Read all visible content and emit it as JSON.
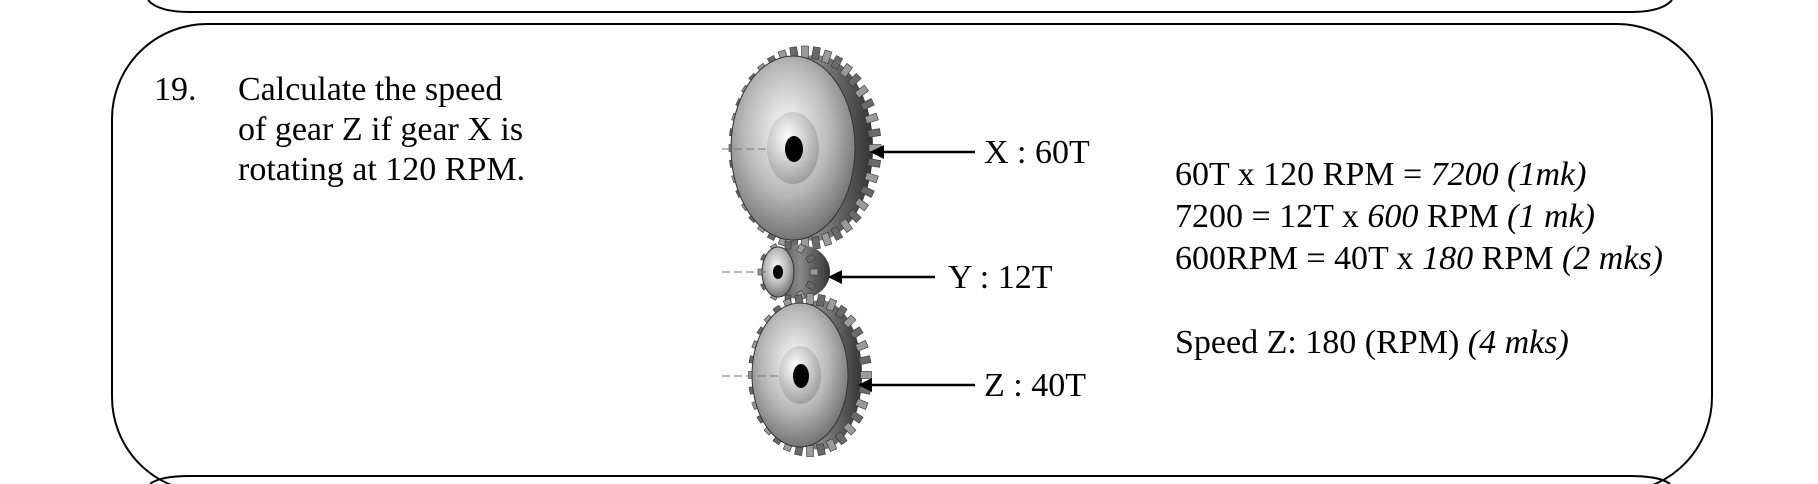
{
  "question": {
    "number": "19.",
    "text_lines": [
      "Calculate the speed",
      "of gear Z if gear X is",
      "rotating at 120 RPM."
    ]
  },
  "gears": [
    {
      "label": "X : 60T"
    },
    {
      "label": "Y : 12T"
    },
    {
      "label": "Z : 40T"
    }
  ],
  "answer": {
    "line1": {
      "a": "60T x 120 RPM = ",
      "b": "7200 (1mk)"
    },
    "line2": {
      "a": "7200 = 12T x ",
      "b": "600",
      "c": " RPM ",
      "d": "(1 mk)"
    },
    "line3": {
      "a": "600RPM = 40T x ",
      "b": "180",
      "c": " RPM ",
      "d": "(2 mks)"
    },
    "final": {
      "a": "Speed Z: 180 (RPM) ",
      "b": "(4 mks)"
    }
  }
}
